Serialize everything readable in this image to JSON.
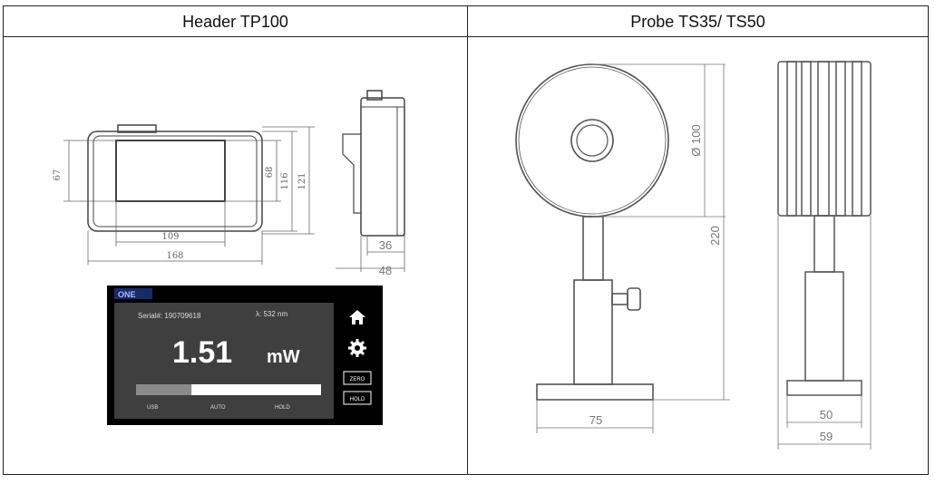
{
  "table": {
    "left_header": "Header TP100",
    "right_header": "Probe TS35/ TS50"
  },
  "header_drawing": {
    "dims": {
      "screen_h": "67",
      "screen_h2": "68",
      "body_h": "116",
      "total_h": "121",
      "screen_w": "109",
      "total_w": "168",
      "depth1": "36",
      "depth2": "48"
    }
  },
  "display_screen": {
    "serial": "Serial#: 190709618",
    "wavelength": "λ: 532 nm",
    "value": "1.51",
    "unit": "mW",
    "bottom_labels": [
      "USB",
      "AUTO",
      "HOLD"
    ],
    "buttons": [
      "ZERO",
      "HOLD"
    ],
    "progress_fraction": 0.3,
    "colors": {
      "bezel": "#000000",
      "screen": "#3f3f3f",
      "accent": "#ffffff"
    },
    "icons": [
      "home-icon",
      "gear-icon"
    ]
  },
  "probe_drawing": {
    "dims": {
      "diameter": "Ø 100",
      "height": "220",
      "base_w": "75",
      "side_inner": "50",
      "side_outer": "59"
    }
  }
}
